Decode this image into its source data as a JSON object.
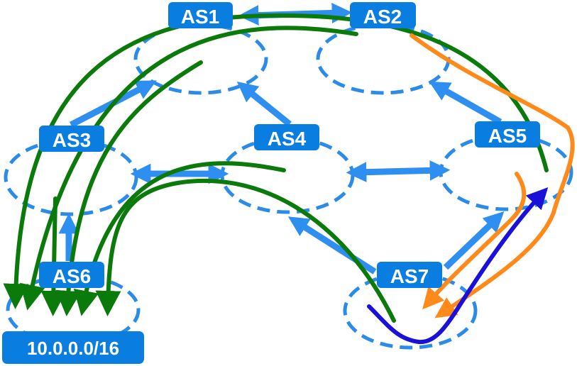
{
  "colors": {
    "as_blue": "#0a7de0",
    "ellipse_dash": "#2b8be8",
    "link_blue": "#2f8ff0",
    "route_green": "#0a7a0a",
    "route_orange": "#ff8a1a",
    "route_darkblue": "#1a10d8"
  },
  "nodes": {
    "as1": {
      "label": "AS1"
    },
    "as2": {
      "label": "AS2"
    },
    "as3": {
      "label": "AS3"
    },
    "as4": {
      "label": "AS4"
    },
    "as5": {
      "label": "AS5"
    },
    "as6": {
      "label": "AS6"
    },
    "as7": {
      "label": "AS7"
    }
  },
  "prefix": {
    "label": "10.0.0.0/16"
  },
  "links": [
    {
      "from": "AS3",
      "to": "AS1",
      "type": "customer-provider"
    },
    {
      "from": "AS4",
      "to": "AS1",
      "type": "customer-provider"
    },
    {
      "from": "AS5",
      "to": "AS2",
      "type": "customer-provider"
    },
    {
      "from": "AS6",
      "to": "AS3",
      "type": "customer-provider"
    },
    {
      "from": "AS7",
      "to": "AS4",
      "type": "customer-provider"
    },
    {
      "from": "AS7",
      "to": "AS5",
      "type": "customer-provider"
    },
    {
      "from": "AS1",
      "to": "AS2",
      "type": "peer"
    },
    {
      "from": "AS3",
      "to": "AS4",
      "type": "peer"
    },
    {
      "from": "AS4",
      "to": "AS5",
      "type": "peer"
    }
  ]
}
